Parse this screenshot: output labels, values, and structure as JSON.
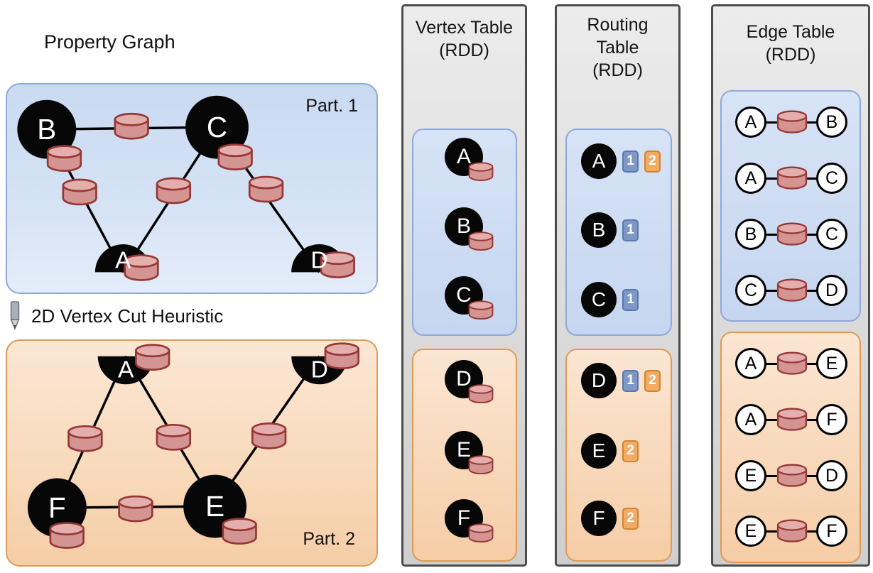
{
  "property_graph": {
    "title": "Property Graph",
    "cut_label": "2D Vertex Cut Heuristic",
    "part1_label": "Part. 1",
    "part2_label": "Part. 2",
    "part1_vertices": [
      "B",
      "C",
      "A",
      "D"
    ],
    "part2_vertices": [
      "A",
      "D",
      "F",
      "E"
    ],
    "part1_edges": [
      "B-C",
      "B-A",
      "C-A",
      "C-D"
    ],
    "part2_edges": [
      "A-F",
      "A-E",
      "D-E",
      "F-E"
    ]
  },
  "vertex_table": {
    "title": "Vertex Table",
    "subtitle": "(RDD)",
    "part1_vertices": [
      "A",
      "B",
      "C"
    ],
    "part2_vertices": [
      "D",
      "E",
      "F"
    ]
  },
  "routing_table": {
    "title_line1": "Routing",
    "title_line2": "Table",
    "subtitle": "(RDD)",
    "part1_rows": [
      {
        "vertex": "A",
        "badges": [
          "1",
          "2"
        ]
      },
      {
        "vertex": "B",
        "badges": [
          "1"
        ]
      },
      {
        "vertex": "C",
        "badges": [
          "1"
        ]
      }
    ],
    "part2_rows": [
      {
        "vertex": "D",
        "badges": [
          "1",
          "2"
        ]
      },
      {
        "vertex": "E",
        "badges": [
          "2"
        ]
      },
      {
        "vertex": "F",
        "badges": [
          "2"
        ]
      }
    ]
  },
  "edge_table": {
    "title": "Edge Table",
    "subtitle": "(RDD)",
    "part1_edges": [
      [
        "A",
        "B"
      ],
      [
        "A",
        "C"
      ],
      [
        "B",
        "C"
      ],
      [
        "C",
        "D"
      ]
    ],
    "part2_edges": [
      [
        "A",
        "E"
      ],
      [
        "A",
        "F"
      ],
      [
        "E",
        "D"
      ],
      [
        "E",
        "F"
      ]
    ]
  },
  "colors": {
    "partition1_fill": "#cfdff2",
    "partition1_border": "#8fa9d8",
    "partition2_fill": "#f8dabb",
    "partition2_border": "#de9b56",
    "vertex_fill": "#070707",
    "database_icon_fill": "#d49492",
    "database_icon_stroke": "#953735",
    "badge1_fill": "#7e97c6",
    "badge2_fill": "#f1ab63",
    "column_fill": "#dcdcdc",
    "column_border": "#4c4c4c"
  }
}
